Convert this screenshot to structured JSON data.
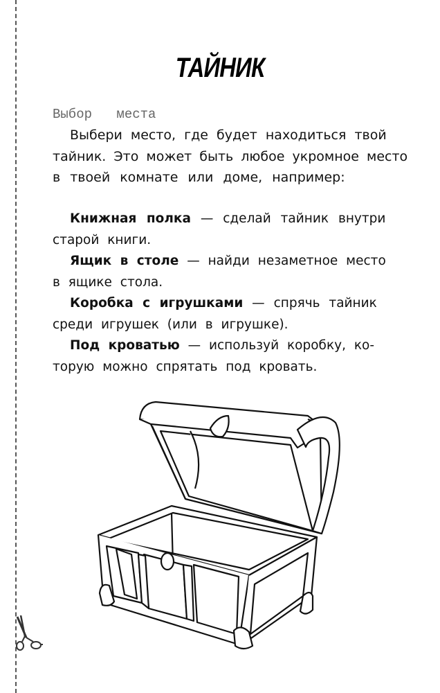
{
  "page": {
    "title": "ТАЙНИК",
    "subheading": "Выбор места",
    "intro_lines": [
      "Выбери место, где будет находиться твой",
      "тайник. Это может быть любое укромное место",
      "в твоей комнате или доме, например:"
    ],
    "items": [
      {
        "term": "Книжная полка",
        "dash": " — ",
        "text_line1": "сделай тайник внутри",
        "text_line2": "старой книги."
      },
      {
        "term": "Ящик в столе",
        "dash": " — ",
        "text_line1": "найди незаметное место",
        "text_line2": "в ящике стола."
      },
      {
        "term": "Коробка с игрушками",
        "dash": " — ",
        "text_line1": "спрячь тайник",
        "text_line2": "среди игрушек (или в игрушке)."
      },
      {
        "term": "Под кроватью",
        "dash": " — ",
        "text_line1": "используй коробку, ко-",
        "text_line2": "торую можно спрятать под кровать."
      }
    ],
    "illustration": "treasure-chest-open",
    "cut_marker": "scissors-icon"
  }
}
